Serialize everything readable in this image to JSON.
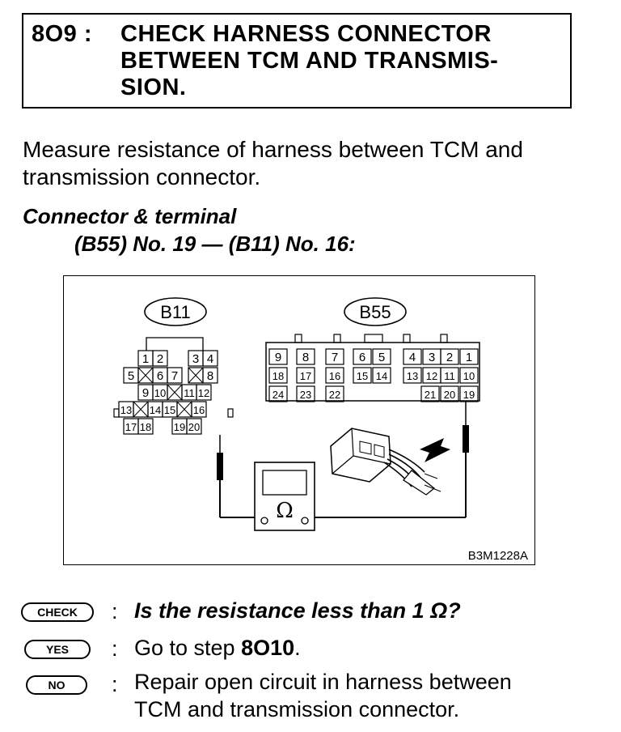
{
  "step": {
    "number": "8O9 :",
    "title": "CHECK HARNESS CONNECTOR\nBETWEEN TCM AND TRANSMIS-\nSION."
  },
  "instruction": "Measure resistance of harness between TCM and transmission connector.",
  "connector_heading": "Connector & terminal",
  "connector_spec": "(B55) No. 19 — (B11) No. 16:",
  "figure": {
    "b11_label": "B11",
    "b55_label": "B55",
    "b11_rows": [
      [
        "1",
        "2",
        "",
        "3",
        "4"
      ],
      [
        "5",
        "X",
        "6",
        "7",
        "X",
        "8"
      ],
      [
        "9",
        "10",
        "X",
        "11",
        "12"
      ],
      [
        "13",
        "X",
        "14",
        "15",
        "X",
        "16"
      ],
      [
        "17",
        "18",
        "",
        "19",
        "20"
      ]
    ],
    "b55_rows": [
      [
        "9",
        "8",
        "7",
        "6",
        "5",
        "4",
        "3",
        "2",
        "1"
      ],
      [
        "18",
        "17",
        "16",
        "15",
        "14",
        "13",
        "12",
        "11",
        "10"
      ],
      [
        "24",
        "23",
        "22",
        "21",
        "20",
        "19"
      ]
    ],
    "meter_symbol": "Ω",
    "figure_code": "B3M1228A"
  },
  "check": {
    "badge": "CHECK",
    "question": "Is the resistance less than 1 Ω?"
  },
  "yes": {
    "badge": "YES",
    "text_prefix": "Go to step ",
    "step_ref": "8O10",
    "text_suffix": "."
  },
  "no": {
    "badge": "NO",
    "text": "Repair open circuit in harness between\nTCM and transmission connector."
  }
}
